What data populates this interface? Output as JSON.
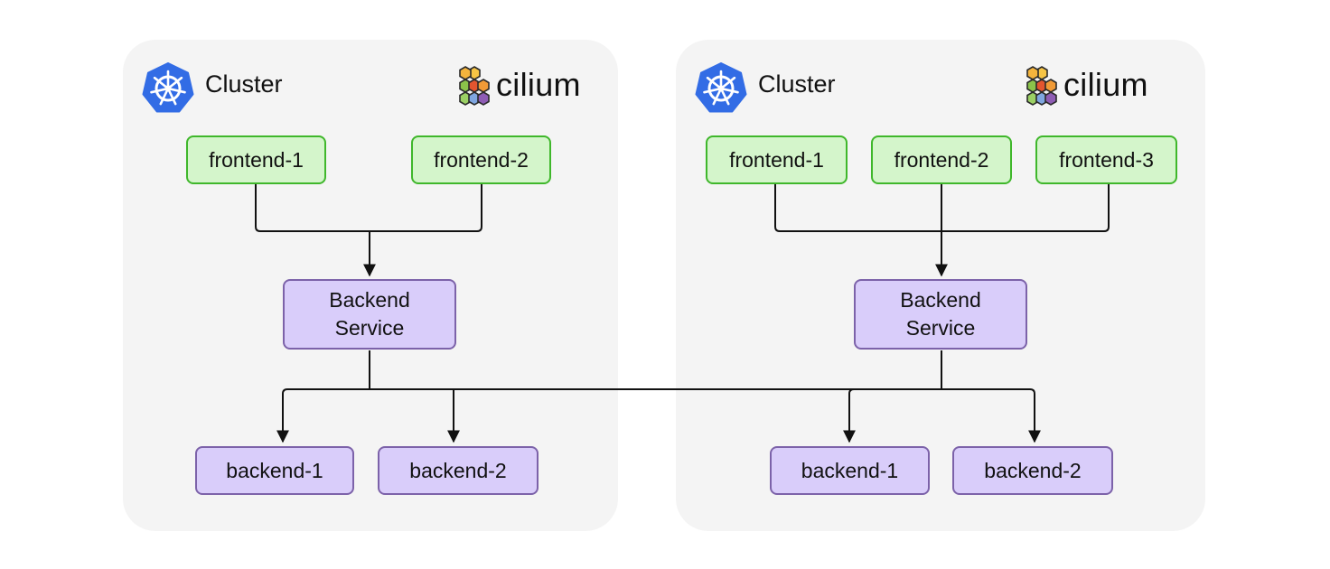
{
  "clusters": [
    {
      "label": "Cluster",
      "brand": "cilium",
      "frontends": [
        "frontend-1",
        "frontend-2"
      ],
      "service": {
        "line1": "Backend",
        "line2": "Service"
      },
      "backends": [
        "backend-1",
        "backend-2"
      ]
    },
    {
      "label": "Cluster",
      "brand": "cilium",
      "frontends": [
        "frontend-1",
        "frontend-2",
        "frontend-3"
      ],
      "service": {
        "line1": "Backend",
        "line2": "Service"
      },
      "backends": [
        "backend-1",
        "backend-2"
      ]
    }
  ],
  "colors": {
    "panel_bg": "#f4f4f4",
    "frontend_fill": "#d4f5cb",
    "frontend_border": "#3fb72b",
    "backend_fill": "#d9cdfa",
    "backend_border": "#7c62a9",
    "edge": "#111111",
    "kubernetes_blue": "#326ce5"
  },
  "icons": [
    "kubernetes-icon",
    "cilium-logo-icon"
  ]
}
